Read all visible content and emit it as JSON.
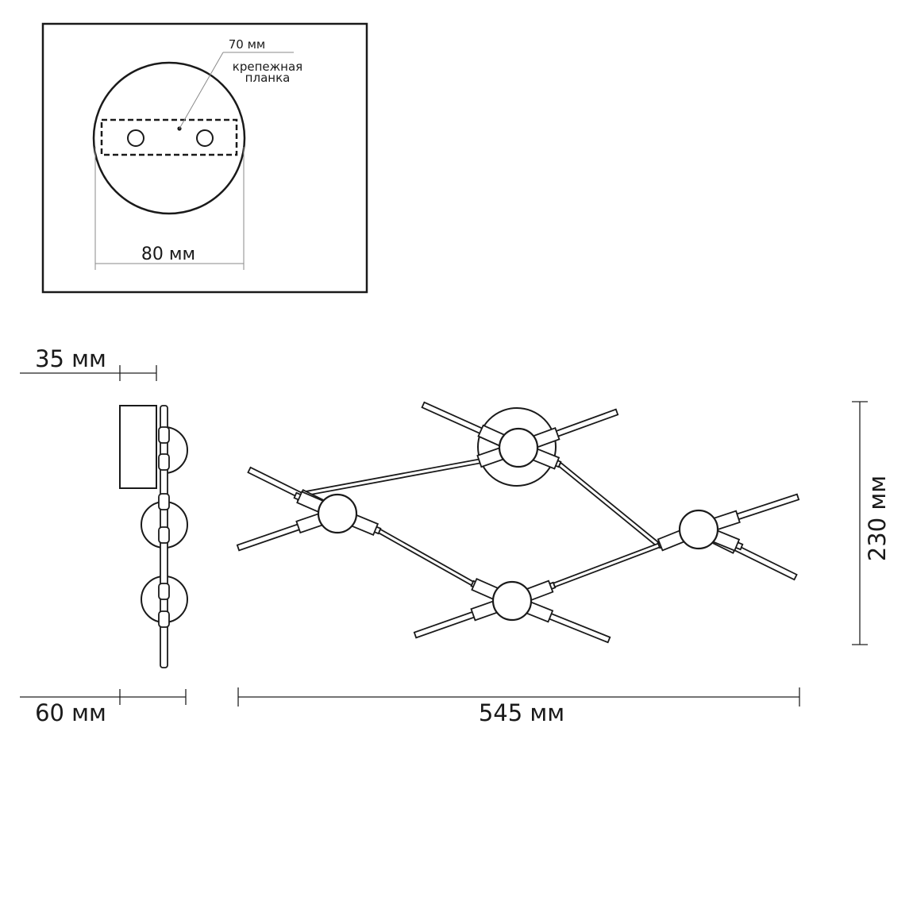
{
  "detail": {
    "bracket_width_label": "70 мм",
    "bracket_name_line1": "крепежная",
    "bracket_name_line2": "планка",
    "base_diameter_label": "80 мм"
  },
  "dimensions": {
    "plate_depth_label": "35 мм",
    "total_depth_label": "60 мм",
    "width_label": "545 мм",
    "height_label": "230 мм"
  },
  "fixture": {
    "stroke_color": "#1a1a1a",
    "hub_count": 4,
    "arms_per_hub": 4
  }
}
